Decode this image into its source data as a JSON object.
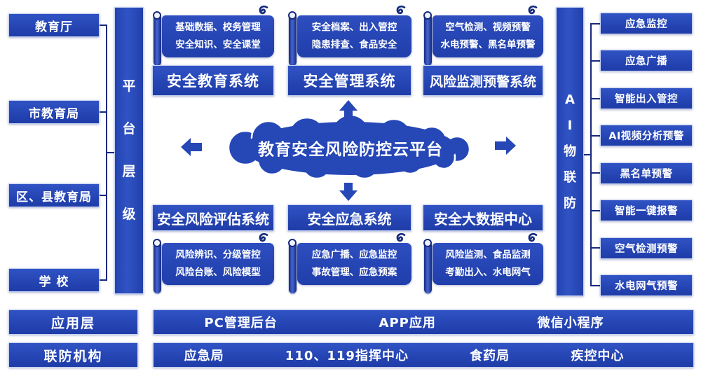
{
  "palette": {
    "primary_blue": "#2443b2",
    "dark_line_blue": "#16297e",
    "text_white": "#ffffff",
    "background": "#ffffff"
  },
  "left_column": {
    "bar_chars": [
      "平",
      "台",
      "层",
      "级"
    ],
    "items": [
      "教育厅",
      "市教育局",
      "区、县教育局",
      "学  校"
    ]
  },
  "right_column": {
    "bar_chars": [
      "A",
      "I",
      "物",
      "联",
      "防"
    ],
    "items": [
      "应急监控",
      "应急广播",
      "智能出入管控",
      "AI视频分析预警",
      "黑名单预警",
      "智能一键报警",
      "空气检测预警",
      "水电网气预警"
    ]
  },
  "center": {
    "cloud_label": "教育安全风险防控云平台",
    "top_systems": [
      {
        "name": "安全教育系统",
        "scroll_lines": [
          "基础数据、校务管理",
          "安全知识、安全课堂"
        ]
      },
      {
        "name": "安全管理系统",
        "scroll_lines": [
          "安全档案、出入管控",
          "隐患排查、食品安全"
        ]
      },
      {
        "name": "风险监测预警系统",
        "scroll_lines": [
          "空气检测、视频预警",
          "水电预警、黑名单预警"
        ]
      }
    ],
    "bottom_systems": [
      {
        "name": "安全风险评估系统",
        "scroll_lines": [
          "风险辨识、分级管控",
          "风险台账、风险模型"
        ]
      },
      {
        "name": "安全应急系统",
        "scroll_lines": [
          "应急广播、应急监控",
          "事故管理、应急预案"
        ]
      },
      {
        "name": "安全大数据中心",
        "scroll_lines": [
          "风险监测、食品监测",
          "考勤出入、水电网气"
        ]
      }
    ]
  },
  "bottom_rows": [
    {
      "label": "应用层",
      "items": [
        "PC管理后台",
        "APP应用",
        "微信小程序"
      ]
    },
    {
      "label": "联防机构",
      "items": [
        "应急局",
        "110、119指挥中心",
        "食药局",
        "疾控中心"
      ]
    }
  ]
}
